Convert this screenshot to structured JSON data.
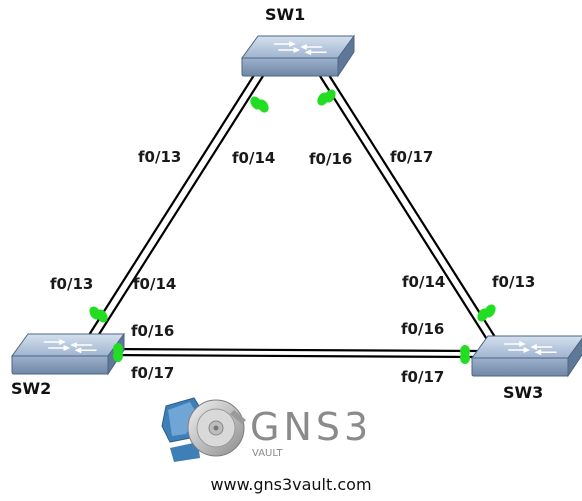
{
  "switches": {
    "sw1": {
      "name": "SW1"
    },
    "sw2": {
      "name": "SW2"
    },
    "sw3": {
      "name": "SW3"
    }
  },
  "links": [
    {
      "a": "SW1",
      "a_port": "f0/13",
      "b": "SW2",
      "b_port": "f0/13"
    },
    {
      "a": "SW1",
      "a_port": "f0/14",
      "b": "SW2",
      "b_port": "f0/14"
    },
    {
      "a": "SW1",
      "a_port": "f0/16",
      "b": "SW3",
      "b_port": "f0/14"
    },
    {
      "a": "SW1",
      "a_port": "f0/17",
      "b": "SW3",
      "b_port": "f0/13"
    },
    {
      "a": "SW2",
      "a_port": "f0/16",
      "b": "SW3",
      "b_port": "f0/16"
    },
    {
      "a": "SW2",
      "a_port": "f0/17",
      "b": "SW3",
      "b_port": "f0/17"
    }
  ],
  "port_labels": {
    "sw1_sw2_upper_left": "f0/13",
    "sw1_sw2_upper_right": "f0/14",
    "sw1_sw3_upper_left": "f0/16",
    "sw1_sw3_upper_right": "f0/17",
    "sw2_up_left": "f0/13",
    "sw2_up_right": "f0/14",
    "sw3_up_left": "f0/14",
    "sw3_up_right": "f0/13",
    "sw2_right_top": "f0/16",
    "sw2_right_bottom": "f0/17",
    "sw3_left_top": "f0/16",
    "sw3_left_bottom": "f0/17"
  },
  "logo": {
    "brand": "GNS3",
    "subtitle": "VAULT",
    "url": "www.gns3vault.com"
  },
  "colors": {
    "link": "#000000",
    "port_dot": "#22dd22",
    "switch_top": "#b8c9dd",
    "switch_side": "#6d87a6",
    "switch_front": "#8ba2bf"
  }
}
